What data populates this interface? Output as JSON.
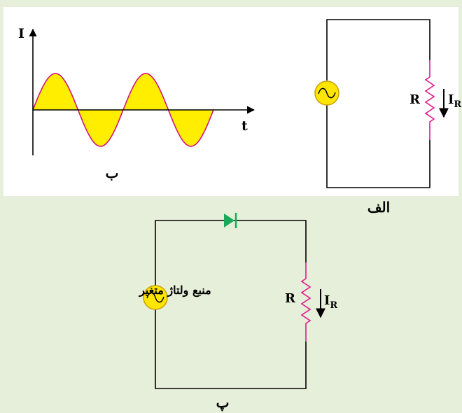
{
  "colors": {
    "background": "#e6efd9",
    "panel": "#ffffff",
    "wave_fill": "#ffee00",
    "wave_stroke": "#d0157a",
    "resistor": "#e0198c",
    "source_fill": "#ffe600",
    "source_stroke": "#c9a000",
    "diode": "#1aa85a",
    "wire": "#000000"
  },
  "waveform_panel": {
    "y_axis_label": "I",
    "x_axis_label": "t",
    "caption": "ب",
    "wave": {
      "shape": "sine",
      "cycles": 2
    }
  },
  "circuit_alef": {
    "caption": "الف",
    "resistor_label": "R",
    "current_label": "I",
    "current_subscript": "R",
    "source_icon": "ac-source-icon"
  },
  "circuit_pe": {
    "caption": "پ",
    "resistor_label": "R",
    "current_label": "I",
    "current_subscript": "R",
    "source_label": "منبع ولتاژ متغیر",
    "source_icon": "ac-source-icon",
    "diode_icon": "diode-icon"
  }
}
